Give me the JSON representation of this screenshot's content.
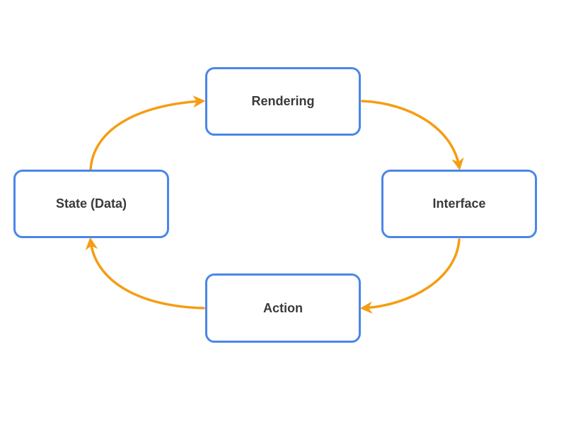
{
  "diagram": {
    "nodes": [
      {
        "id": "rendering",
        "label": "Rendering"
      },
      {
        "id": "interface",
        "label": "Interface"
      },
      {
        "id": "action",
        "label": "Action"
      },
      {
        "id": "state",
        "label": "State (Data)"
      }
    ],
    "edges": [
      {
        "from": "state",
        "to": "rendering"
      },
      {
        "from": "rendering",
        "to": "interface"
      },
      {
        "from": "interface",
        "to": "action"
      },
      {
        "from": "action",
        "to": "state"
      }
    ],
    "colors": {
      "node_border": "#4a86e8",
      "arrow": "#f59d12",
      "label_text": "#3a3a3a",
      "background": "#ffffff"
    }
  }
}
